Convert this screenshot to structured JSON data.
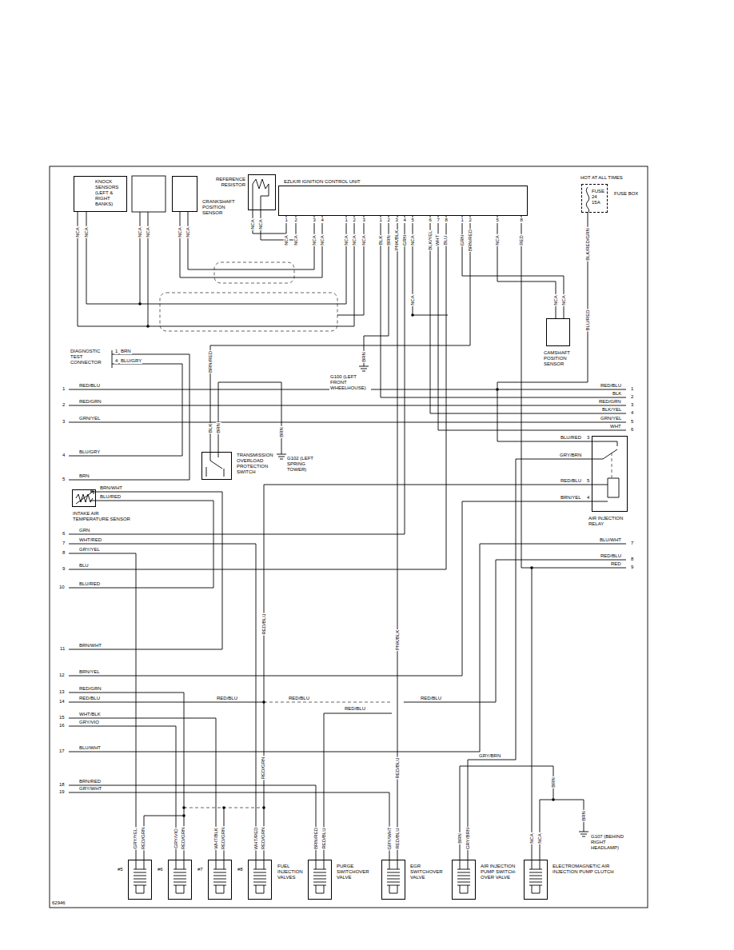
{
  "diagram": {
    "nodes": [
      {
        "text": [
          "KNOCK SENSORS (LEFT & RIGHT BANKS)"
        ]
      },
      {
        "text": [
          "CRANKSHAFT POSITION SENSOR"
        ]
      },
      {
        "text": [
          "REFERENCE RESISTOR"
        ]
      },
      {
        "text": [
          "EZLK/R IGNITION CONTROL UNIT"
        ]
      },
      {
        "text": [
          "HOT AT ALL TIMES",
          "FUSE 24 15A",
          "FUSE BOX"
        ]
      },
      {
        "text": [
          "CAMSHAFT POSITION SENSOR"
        ]
      },
      {
        "text": [
          "DIAGNOSTIC TEST CONNECTOR"
        ]
      },
      {
        "text": [
          "TRANSMISSION OVERLOAD PROTECTION SWITCH"
        ]
      },
      {
        "text": [
          "INTAKE AIR TEMPERATURE SENSOR"
        ]
      },
      {
        "text": [
          "AIR INJECTION RELAY"
        ]
      },
      {
        "text": [
          "#5"
        ]
      },
      {
        "text": [
          "#6"
        ]
      },
      {
        "text": [
          "#7"
        ]
      },
      {
        "text": [
          "#8",
          "FUEL INJECTION VALVES"
        ]
      },
      {
        "text": [
          "PURGE SWITCHOVER VALVE"
        ]
      },
      {
        "text": [
          "EGR SWITCHOVER VALVE"
        ]
      },
      {
        "text": [
          "AIR INJECTION PUMP SWITCH-OVER VALVE"
        ]
      },
      {
        "text": [
          "ELECTROMAGNETIC AIR INJECTION PUMP CLUTCH"
        ]
      }
    ],
    "edges": [
      {
        "from": 0,
        "to": 3,
        "arrow": "none"
      },
      {
        "from": 1,
        "to": 3,
        "arrow": "none"
      },
      {
        "from": 2,
        "to": 3,
        "arrow": "none"
      },
      {
        "from": 5,
        "to": 3,
        "arrow": "none"
      },
      {
        "from": 4,
        "to": 9,
        "arrow": "none"
      },
      {
        "from": 7,
        "to": 3,
        "arrow": "none"
      },
      {
        "from": 9,
        "to": 16,
        "arrow": "none"
      },
      {
        "from": 9,
        "to": 13,
        "arrow": "none"
      },
      {
        "from": 3,
        "to": 15,
        "arrow": "none"
      }
    ],
    "labels": [
      "NCA",
      "NCA",
      "NCA",
      "NCA",
      "NCA",
      "NCA",
      "NCA",
      "NCA",
      "NCA",
      "NCA",
      "NCA",
      "NCA",
      "NCA",
      "NCA",
      "NCA",
      "BLK",
      "BRN",
      "PNK/BLK",
      "GRN",
      "NCA",
      "BLK/YEL",
      "WHT",
      "BLU",
      "GRN",
      "BRN/RED",
      "NCA",
      "RED",
      "1",
      "2",
      "3",
      "4",
      "1",
      "2",
      "3",
      "1",
      "2",
      "3",
      "4",
      "5",
      "6",
      "7",
      "8",
      "1",
      "2",
      "5",
      "8",
      "BLK/RED/GRN",
      "BLU/RED",
      "NCA",
      "NCA",
      "NCA",
      "BRN",
      "G100 (LEFT FRONT WHEELHOUSE)",
      "1",
      "BRN",
      "4",
      "BLU/GRY",
      "BRN/RED",
      "BLK",
      "BRN",
      "BRN",
      "G102 (LEFT SPRING TOWER)",
      "1",
      "RED/BLU",
      "2",
      "RED/GRN",
      "3",
      "GRN/YEL",
      "4",
      "BLU/GRY",
      "5",
      "BRN",
      "6",
      "GRN",
      "7",
      "WHT/RED",
      "8",
      "GRY/YEL",
      "9",
      "BLU",
      "10",
      "BLU/RED",
      "11",
      "BRN/WHT",
      "12",
      "BRN/YEL",
      "13",
      "RED/GRN",
      "14",
      "RED/BLU",
      "15",
      "WHT/BLK",
      "16",
      "GRY/VIO",
      "17",
      "BLU/WHT",
      "18",
      "BRN/RED",
      "19",
      "GRY/WHT",
      "RED/BLU",
      "1",
      "BLK",
      "2",
      "RED/GRN",
      "3",
      "BLK/YEL",
      "4",
      "GRN/YEL",
      "5",
      "WHT",
      "6",
      "BLU/RED",
      "3",
      "GRY/BRN",
      "RED/BLU",
      "5",
      "BRN/YEL",
      "4",
      "BLU/WHT",
      "7",
      "RED/BLU",
      "8",
      "RED",
      "9",
      "BRN/WHT",
      "BLU/RED",
      "RED/BLU",
      "RED/GRN",
      "RED/BLU",
      "RED/BLU",
      "PNK/BLK",
      "RED/BLU",
      "RED/BLU",
      "RED/BLU",
      "GRY/BRN",
      "BRN",
      "BRN",
      "G107 (BEHIND RIGHT HEADLAMP)",
      "GRY/YEL",
      "RED/GRN",
      "GRY/VIO",
      "RED/GRN",
      "WHT/BLK",
      "RED/GRN",
      "WHT/RED",
      "RED/GRN",
      "BRN/RED",
      "RED/BLU",
      "GRY/WHT",
      "RED/BLU",
      "BRN",
      "GRY/BRN",
      "NCA",
      "NCA",
      "62946"
    ]
  }
}
